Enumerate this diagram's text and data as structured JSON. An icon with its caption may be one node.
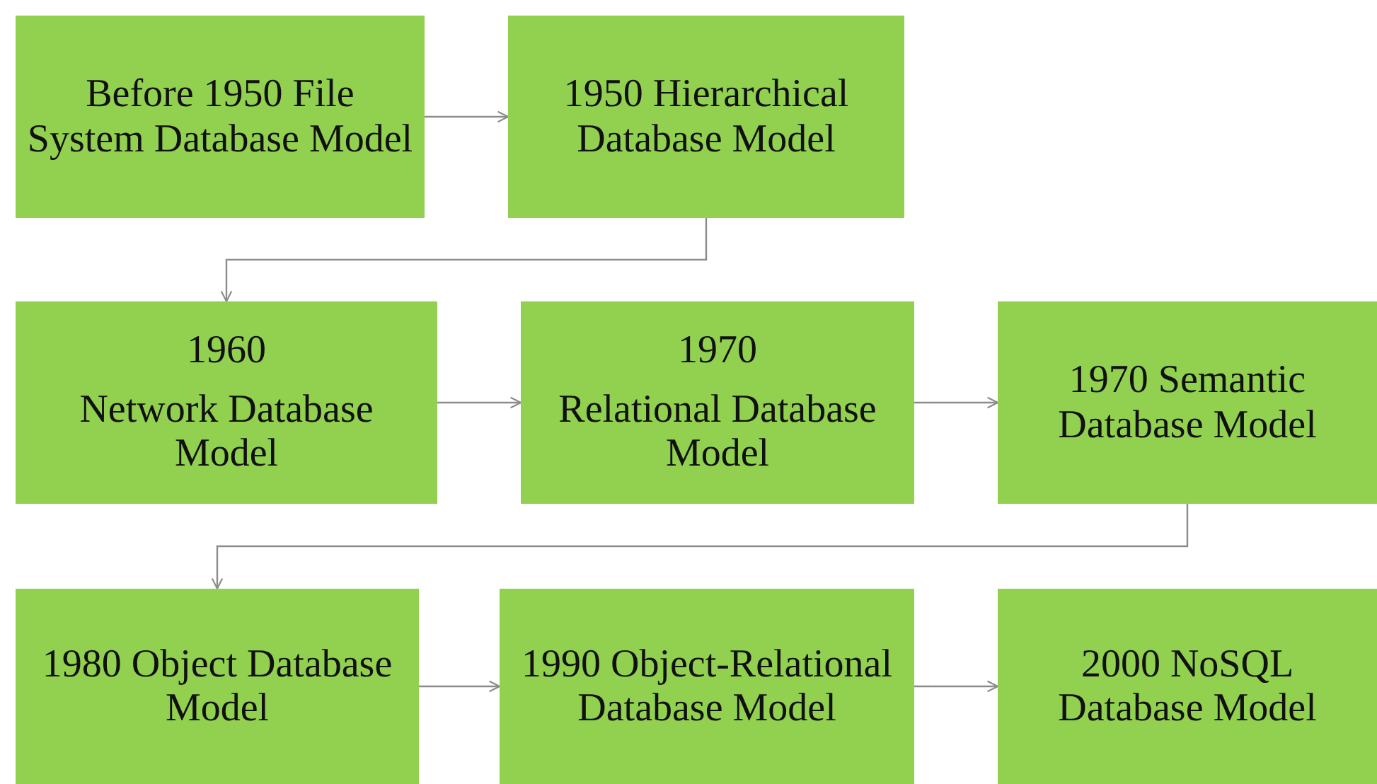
{
  "diagram": {
    "nodes": [
      {
        "text": [
          "Before 1950 File System Database Model"
        ]
      },
      {
        "text": [
          "1950 Hierarchical Database Model"
        ]
      },
      {
        "text": [
          "1960",
          "Network Database Model"
        ]
      },
      {
        "text": [
          "1970",
          "Relational Database Model"
        ]
      },
      {
        "text": [
          "1970 Semantic Database Model"
        ]
      },
      {
        "text": [
          "1980 Object Database Model"
        ]
      },
      {
        "text": [
          "1990 Object-Relational Database Model"
        ]
      },
      {
        "text": [
          "2000 NoSQL Database Model"
        ]
      }
    ],
    "edges": [
      {
        "from": 0,
        "to": 1,
        "arrow": "to"
      },
      {
        "from": 1,
        "to": 2,
        "arrow": "to"
      },
      {
        "from": 2,
        "to": 3,
        "arrow": "to"
      },
      {
        "from": 3,
        "to": 4,
        "arrow": "to"
      },
      {
        "from": 4,
        "to": 5,
        "arrow": "to"
      },
      {
        "from": 5,
        "to": 6,
        "arrow": "to"
      },
      {
        "from": 6,
        "to": 7,
        "arrow": "to"
      }
    ]
  }
}
